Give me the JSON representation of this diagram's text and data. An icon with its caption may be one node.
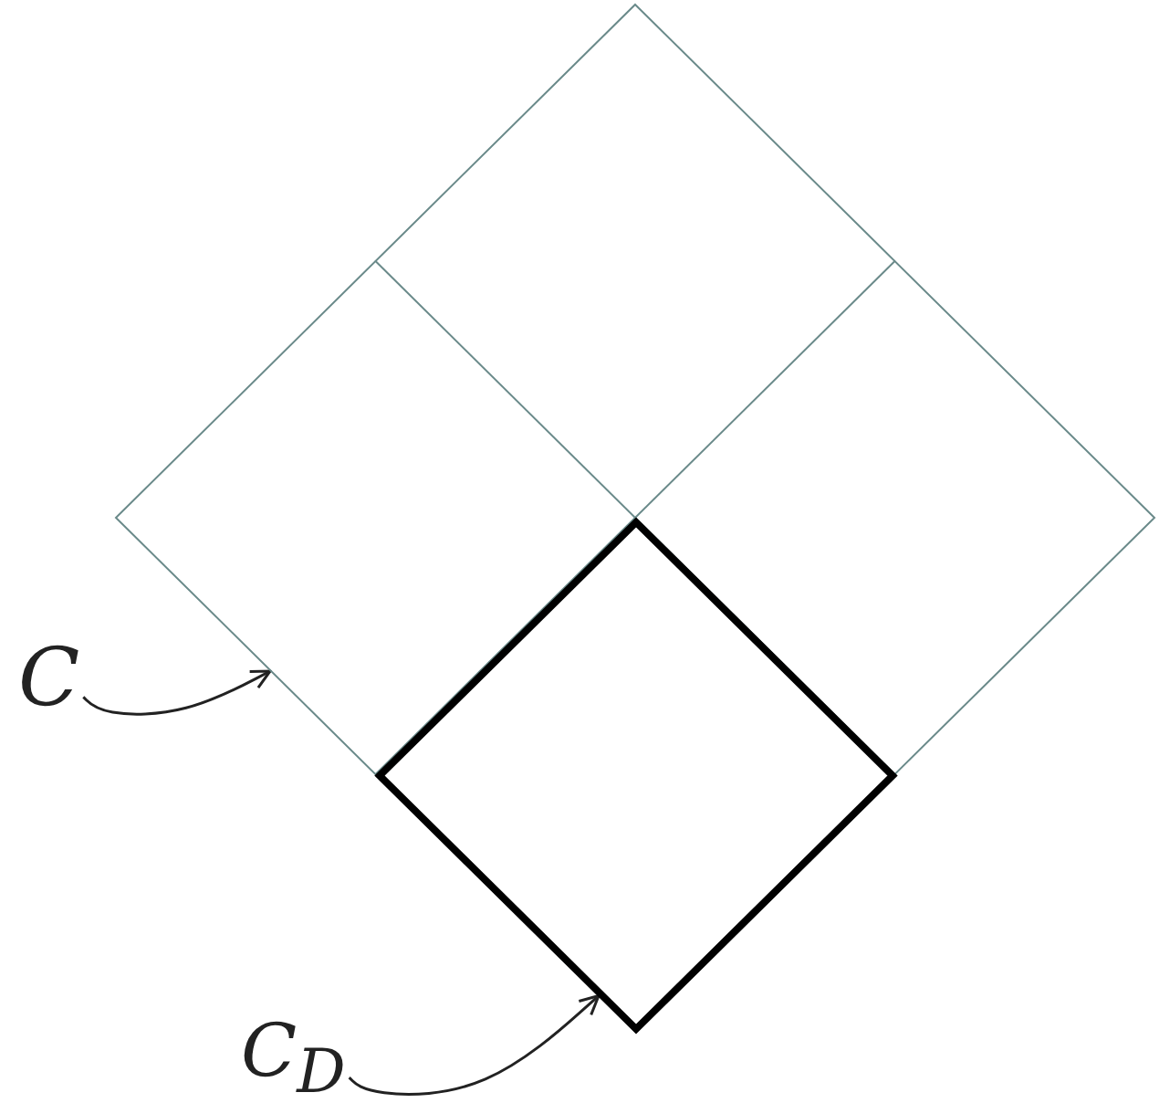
{
  "diagram": {
    "nodes": [
      {
        "text": [],
        "shape": "diamond"
      },
      {
        "text": [],
        "shape": "diamond",
        "in": 0
      },
      {
        "text": [
          "C"
        ]
      },
      {
        "text": [
          "C$_{D}$"
        ]
      }
    ],
    "edges": [
      {
        "from": 2,
        "to": 0,
        "arrow": "to"
      },
      {
        "from": 3,
        "to": 1,
        "arrow": "to"
      }
    ]
  }
}
